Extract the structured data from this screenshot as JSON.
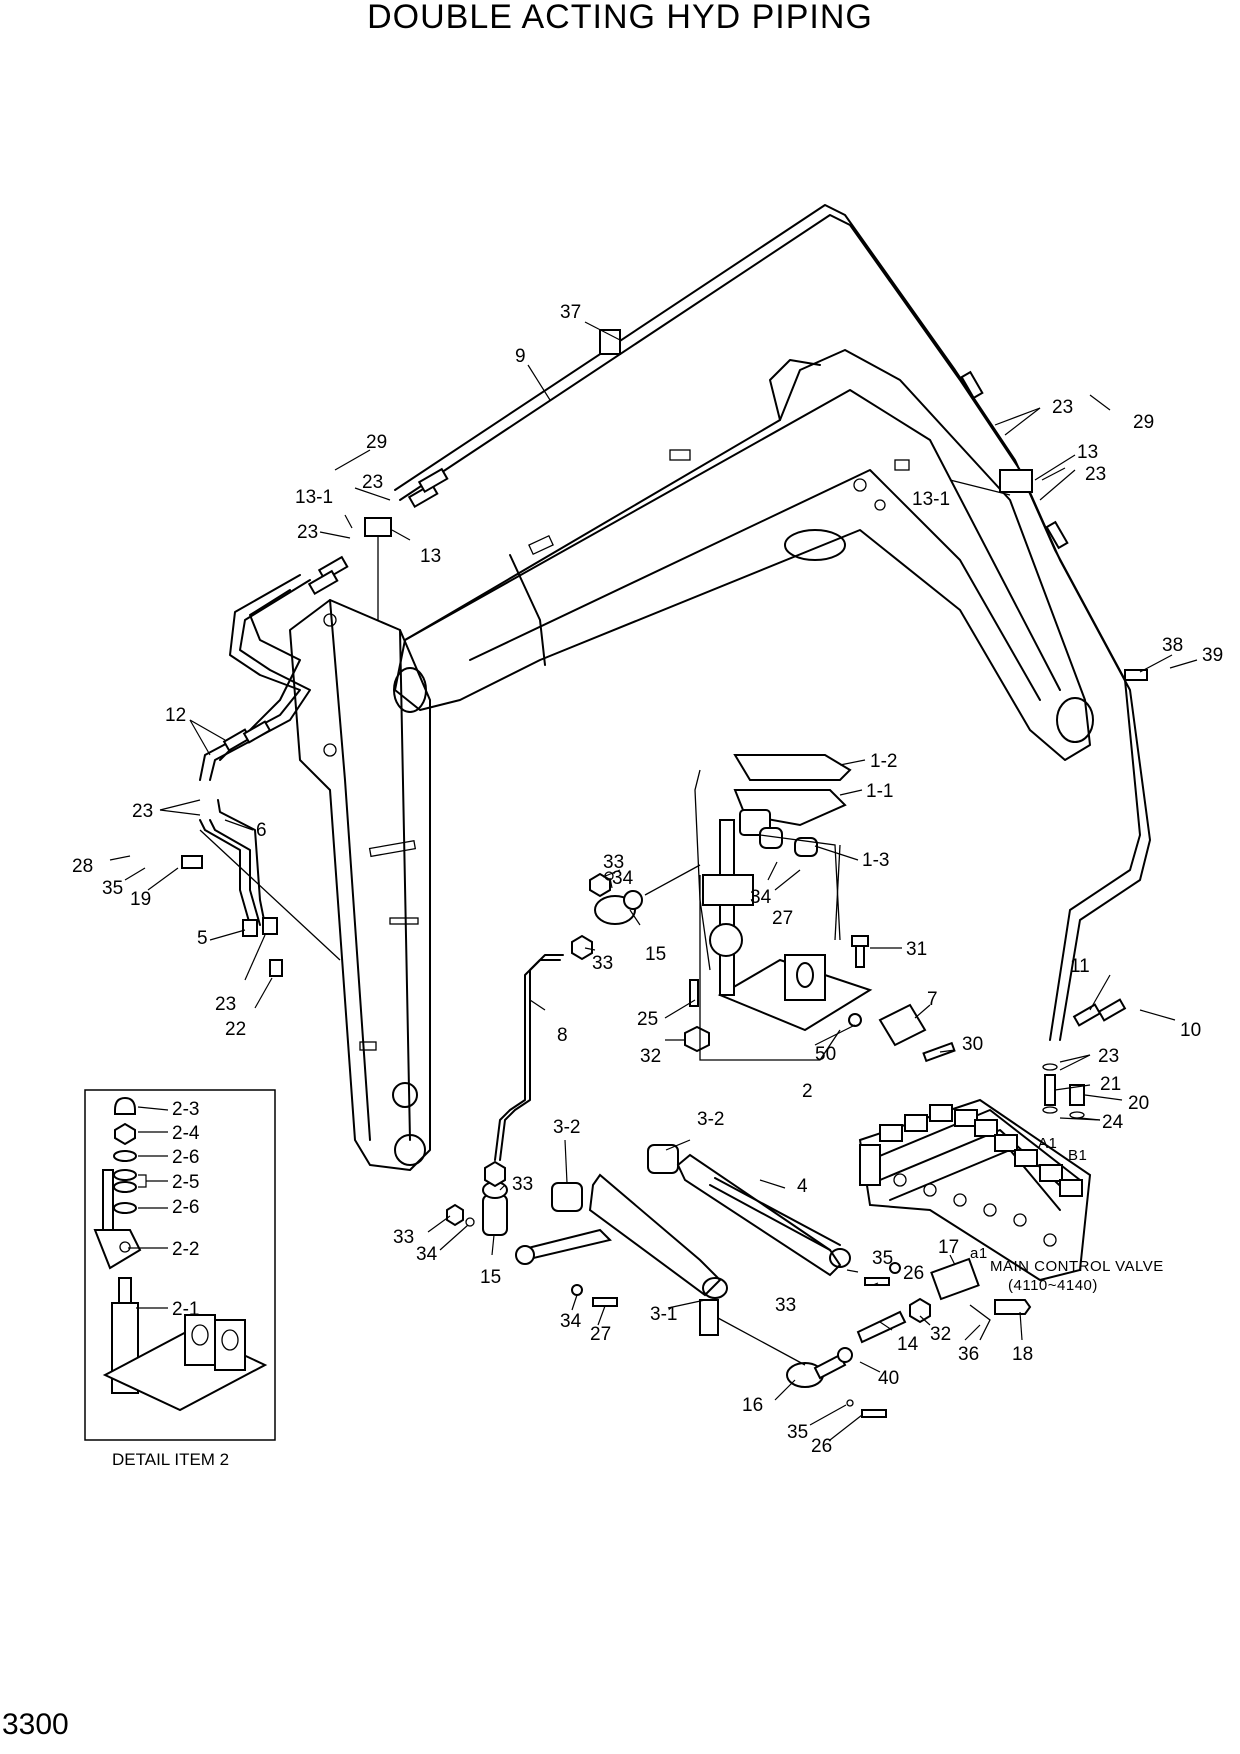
{
  "title": "DOUBLE ACTING HYD PIPING",
  "page_number": "3300",
  "valve_label_line1": "MAIN CONTROL VALVE",
  "valve_label_line2": "(4110~4140)",
  "port_a1": "A1",
  "port_b1": "B1",
  "port_a1_small": "a1",
  "detail_caption": "DETAIL ITEM 2",
  "callouts": {
    "c37": "37",
    "c9": "9",
    "c29a": "29",
    "c23a": "23",
    "c13_1a": "13-1",
    "c23b": "23",
    "c13a": "13",
    "c23c": "23",
    "c29b": "29",
    "c13b": "13",
    "c23d": "23",
    "c13_1b": "13-1",
    "c38": "38",
    "c39": "39",
    "c12": "12",
    "c23e": "23",
    "c6": "6",
    "c28": "28",
    "c35a": "35",
    "c19": "19",
    "c5": "5",
    "c23f": "23",
    "c22": "22",
    "c1_2": "1-2",
    "c1_1": "1-1",
    "c1_3": "1-3",
    "c33a": "33",
    "c34a": "34",
    "c34b": "34",
    "c27a": "27",
    "c15a": "15",
    "c33b": "33",
    "c31": "31",
    "c8": "8",
    "c7": "7",
    "c25": "25",
    "c30": "30",
    "c32a": "32",
    "c50": "50",
    "c2": "2",
    "c11": "11",
    "c10": "10",
    "c23g": "23",
    "c21": "21",
    "c20": "20",
    "c24": "24",
    "c3_2a": "3-2",
    "c3_2b": "3-2",
    "c4": "4",
    "c33c": "33",
    "c33d": "33",
    "c34c": "34",
    "c15b": "15",
    "c35b": "35",
    "c26a": "26",
    "c17": "17",
    "c33e": "33",
    "c34d": "34",
    "c27b": "27",
    "c3_1": "3-1",
    "c32b": "32",
    "c36": "36",
    "c18": "18",
    "c14": "14",
    "c40": "40",
    "c16": "16",
    "c35c": "35",
    "c26b": "26",
    "d2_3": "2-3",
    "d2_4": "2-4",
    "d2_6a": "2-6",
    "d2_5": "2-5",
    "d2_6b": "2-6",
    "d2_2": "2-2",
    "d2_1": "2-1"
  }
}
